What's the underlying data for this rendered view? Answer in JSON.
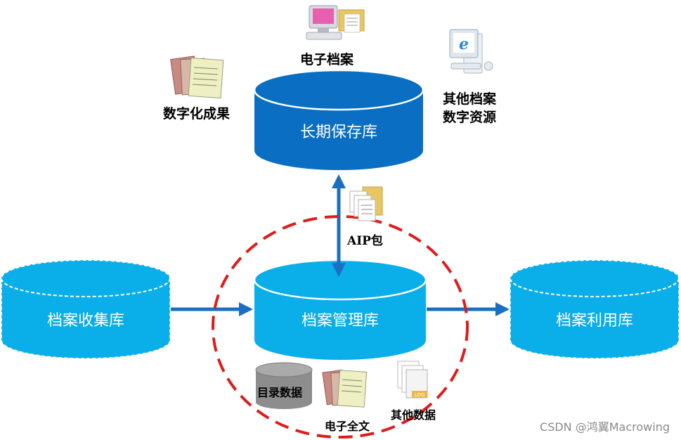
{
  "nodes": {
    "long_term": "长期保存库",
    "collection": "档案收集库",
    "management": "档案管理库",
    "utilization": "档案利用库"
  },
  "labels": {
    "electronic_archives": "电子档案",
    "digitization": "数字化成果",
    "other_archives_line1": "其他档案",
    "other_archives_line2": "数字资源",
    "aip_package": "AIP包",
    "catalog_data": "目录数据",
    "full_text": "电子全文",
    "other_data": "其他数据"
  },
  "watermark": "CSDN @鸿翼Macrowing",
  "colors": {
    "long_term_fill": "#0a6fc2",
    "light_db_fill": "#0aaee8",
    "arrow": "#1a6fc0",
    "dashed_circle": "#e01b1b",
    "catalog_db": "#8d8d8d"
  },
  "icons": {
    "electronic_archives": "computer-with-folder-icon",
    "digitization": "scanned-documents-icon",
    "other_archives": "ie-computer-icon",
    "aip_package": "document-stack-icon",
    "catalog_data": "gray-database-icon",
    "full_text": "scanned-documents-icon",
    "other_data": "log-files-icon"
  }
}
